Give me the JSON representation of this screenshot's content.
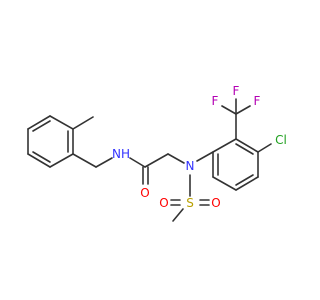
{
  "molecule": {
    "atoms": {
      "amide_nh": {
        "text": "NH",
        "color": "#3333ff"
      },
      "amide_o": {
        "text": "O",
        "color": "#ff0000"
      },
      "sulfonamide_n": {
        "text": "N",
        "color": "#3333ff"
      },
      "sulfur": {
        "text": "S",
        "color": "#b8a000"
      },
      "sulfonyl_o_left": {
        "text": "O",
        "color": "#ff0000"
      },
      "sulfonyl_o_right": {
        "text": "O",
        "color": "#ff0000"
      },
      "chlorine": {
        "text": "Cl",
        "color": "#1fa01f"
      },
      "fluorine_1": {
        "text": "F",
        "color": "#b300b3"
      },
      "fluorine_2": {
        "text": "F",
        "color": "#b300b3"
      },
      "fluorine_3": {
        "text": "F",
        "color": "#b300b3"
      }
    },
    "bond_color": "#333333"
  }
}
